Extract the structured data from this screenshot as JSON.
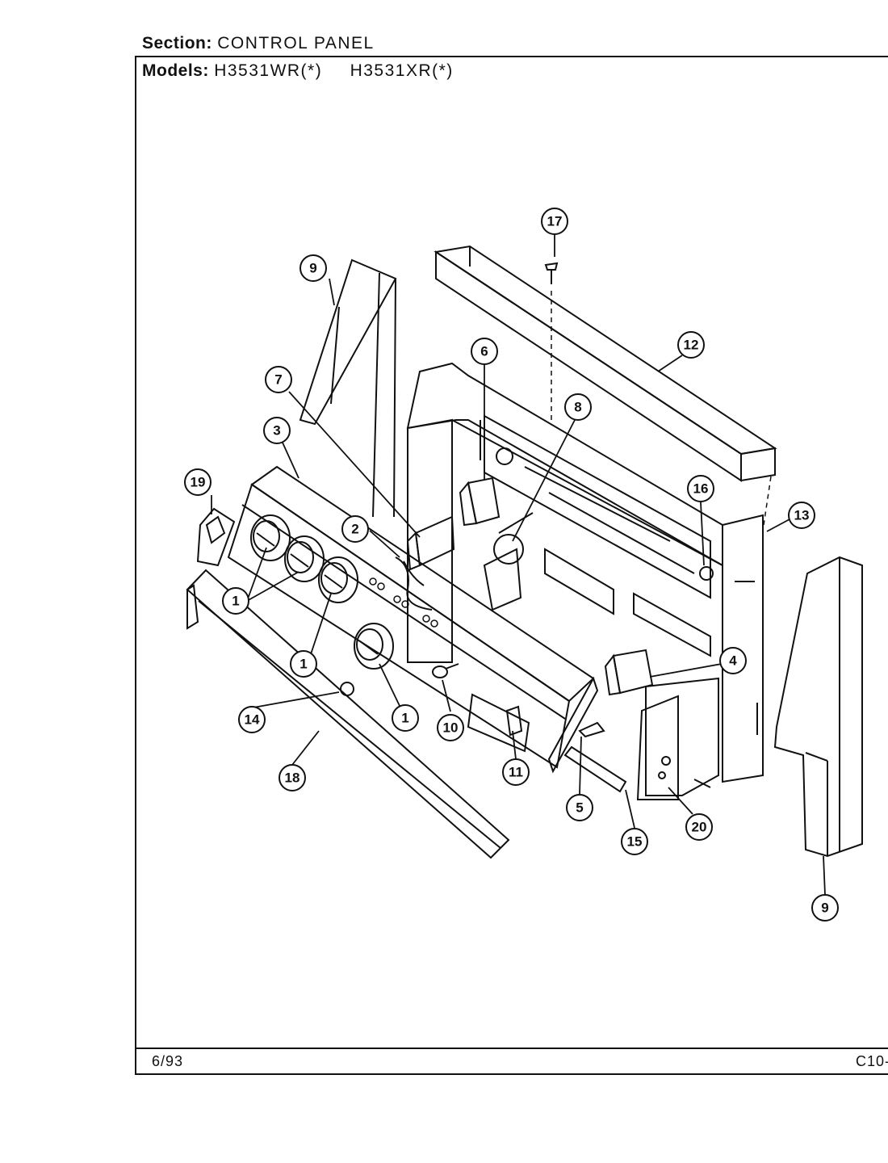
{
  "header": {
    "section_label": "Section:",
    "section_value": "CONTROL PANEL",
    "models_label": "Models:",
    "model_1": "H3531WR(*)",
    "model_2": "H3531XR(*)"
  },
  "footer": {
    "date": "6/93",
    "page_code": "C10-"
  },
  "callouts": {
    "c1a": "1",
    "c1b": "1",
    "c1c": "1",
    "c2": "2",
    "c3": "3",
    "c4": "4",
    "c5": "5",
    "c6": "6",
    "c7": "7",
    "c8": "8",
    "c9a": "9",
    "c9b": "9",
    "c10": "10",
    "c11": "11",
    "c12": "12",
    "c13": "13",
    "c14": "14",
    "c15": "15",
    "c16": "16",
    "c17": "17",
    "c18": "18",
    "c19": "19",
    "c20": "20"
  }
}
